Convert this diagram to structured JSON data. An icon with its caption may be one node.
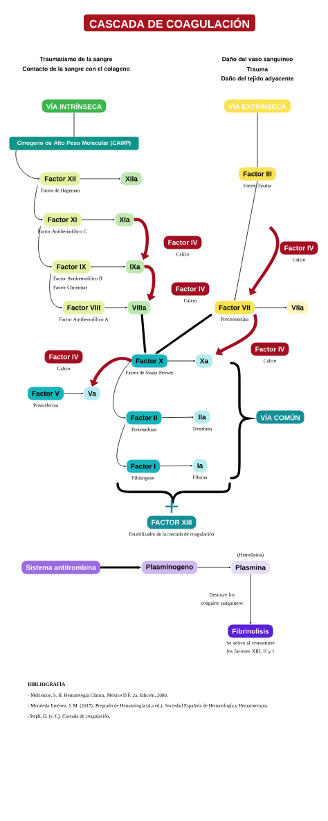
{
  "diagram": {
    "title": "CASCADA DE COAGULACIÓN",
    "nodes": [
      {
        "text": [
          "VÍA INTRÍNSECA"
        ]
      },
      {
        "text": [
          "Cinogeno de Alto Peso Molecular (CAMP)"
        ]
      },
      {
        "text": [
          "Factor XII"
        ],
        "beside": [
          "Factor de Hageman"
        ]
      },
      {
        "text": [
          "XIIa"
        ]
      },
      {
        "text": [
          "Factor XI"
        ],
        "beside": [
          "Factor Antihemofílico C"
        ]
      },
      {
        "text": [
          "XIa"
        ]
      },
      {
        "text": [
          "Factor IX"
        ],
        "beside": [
          "Factor Antihemofílico B",
          "Factor Christmas"
        ]
      },
      {
        "text": [
          "IXa"
        ]
      },
      {
        "text": [
          "Factor VIII"
        ],
        "beside": [
          "Factor Antihemofílico A"
        ]
      },
      {
        "text": [
          "VIIIa"
        ]
      },
      {
        "text": [
          "VÍA EXTRÍNSECA"
        ]
      },
      {
        "text": [
          "Factor III"
        ],
        "beside": [
          "Factor Tisular"
        ]
      },
      {
        "text": [
          "Factor VII"
        ],
        "beside": [
          "Proconvertina"
        ]
      },
      {
        "text": [
          "VIIa"
        ]
      },
      {
        "text": [
          "Factor IV"
        ],
        "beside": [
          "Calcio"
        ]
      },
      {
        "text": [
          "Factor IV"
        ],
        "beside": [
          "Calcio"
        ]
      },
      {
        "text": [
          "Factor IV"
        ],
        "beside": [
          "Calcio"
        ]
      },
      {
        "text": [
          "Factor IV"
        ],
        "beside": [
          "Calcio"
        ]
      },
      {
        "text": [
          "Factor IV"
        ],
        "beside": [
          "Calcio"
        ]
      },
      {
        "text": [
          "Factor X"
        ],
        "beside": [
          "Factor de Stuart-Prower"
        ]
      },
      {
        "text": [
          "Xa"
        ]
      },
      {
        "text": [
          "Factor V"
        ],
        "beside": [
          "Proacelerina"
        ]
      },
      {
        "text": [
          "Va"
        ]
      },
      {
        "text": [
          "Factor II"
        ],
        "beside": [
          "Protrombina"
        ]
      },
      {
        "text": [
          "IIa"
        ],
        "beside": [
          "Trombina"
        ]
      },
      {
        "text": [
          "Factor I"
        ],
        "beside": [
          "Fibinogeno"
        ]
      },
      {
        "text": [
          "Ia"
        ],
        "beside": [
          "Fibrina"
        ]
      },
      {
        "text": [
          "VÍA COMÚN"
        ]
      },
      {
        "text": [
          "FACTOR XIII"
        ],
        "beside": [
          "Estabilizador de la cascada de coagulación"
        ]
      },
      {
        "text": [
          "Sistema antitrombina"
        ]
      },
      {
        "text": [
          "Plasminogeno"
        ]
      },
      {
        "text": [
          "Plasmina"
        ],
        "beside": [
          "(Hemolisina)"
        ]
      },
      {
        "text": [
          "Fibrinolisis"
        ],
        "beside": [
          "Se activa al consumirse los factores XIII, II y I"
        ]
      }
    ],
    "edges": [
      {
        "from": 0,
        "to": 1,
        "arrow": "none"
      },
      {
        "from": 1,
        "to": 2,
        "arrow": "to"
      },
      {
        "from": 2,
        "to": 3,
        "arrow": "to"
      },
      {
        "from": 2,
        "to": 4,
        "arrow": "to"
      },
      {
        "from": 4,
        "to": 5,
        "arrow": "to"
      },
      {
        "from": 4,
        "to": 6,
        "arrow": "to"
      },
      {
        "from": 6,
        "to": 7,
        "arrow": "to"
      },
      {
        "from": 6,
        "to": 8,
        "arrow": "to"
      },
      {
        "from": 8,
        "to": 9,
        "arrow": "to"
      },
      {
        "from": 10,
        "to": 11,
        "arrow": "none"
      },
      {
        "from": 11,
        "to": 12,
        "arrow": "to"
      },
      {
        "from": 12,
        "to": 13,
        "arrow": "to"
      },
      {
        "from": 5,
        "to": 7,
        "arrow": "to",
        "style": "thick",
        "color": "#a30f21"
      },
      {
        "from": 7,
        "to": 9,
        "arrow": "to",
        "style": "thick",
        "color": "#a30f21"
      },
      {
        "from": null,
        "to": 12,
        "arrow": "to",
        "style": "thick",
        "color": "#a30f21"
      },
      {
        "from": 12,
        "to": 20,
        "arrow": "to",
        "style": "thick",
        "color": "#a30f21"
      },
      {
        "from": 19,
        "to": 22,
        "arrow": "to",
        "style": "thick",
        "color": "#a30f21"
      },
      {
        "from": 9,
        "to": 19,
        "arrow": "to",
        "style": "thick"
      },
      {
        "from": 12,
        "to": 19,
        "arrow": "to",
        "style": "thick"
      },
      {
        "from": 19,
        "to": 20,
        "arrow": "to"
      },
      {
        "from": 21,
        "to": 22,
        "arrow": "to"
      },
      {
        "from": 19,
        "to": 23,
        "arrow": "to"
      },
      {
        "from": 23,
        "to": 24,
        "arrow": "to"
      },
      {
        "from": 23,
        "to": 25,
        "arrow": "to"
      },
      {
        "from": 25,
        "to": 26,
        "arrow": "to"
      },
      {
        "from": 29,
        "to": 30,
        "arrow": "to",
        "style": "thick"
      },
      {
        "from": 30,
        "to": 31,
        "arrow": "to"
      },
      {
        "from": 31,
        "to": 32,
        "arrow": "to",
        "label": "Destruye los coágulos sanguíneos"
      }
    ],
    "labels": [
      "Traumatismo de la sangre",
      "Contacto de la sangre con el colageno",
      "Daño del vaso sanguineo",
      "Trauma",
      "Daño del tejido adyacente",
      "BIBLIOGRAFÍA",
      "- McKenzie, S. B. Hematología Clínica. México D.F. 2a, Edición, 2000.",
      "- Moraleda Jiménez, J. M. (2017). Pregrado de Hematología (4.a ed.). Sociedad Española de Hematología y Hematoterapia.",
      "-Steph, D. (s. f.). Cascada de coagulación."
    ]
  }
}
